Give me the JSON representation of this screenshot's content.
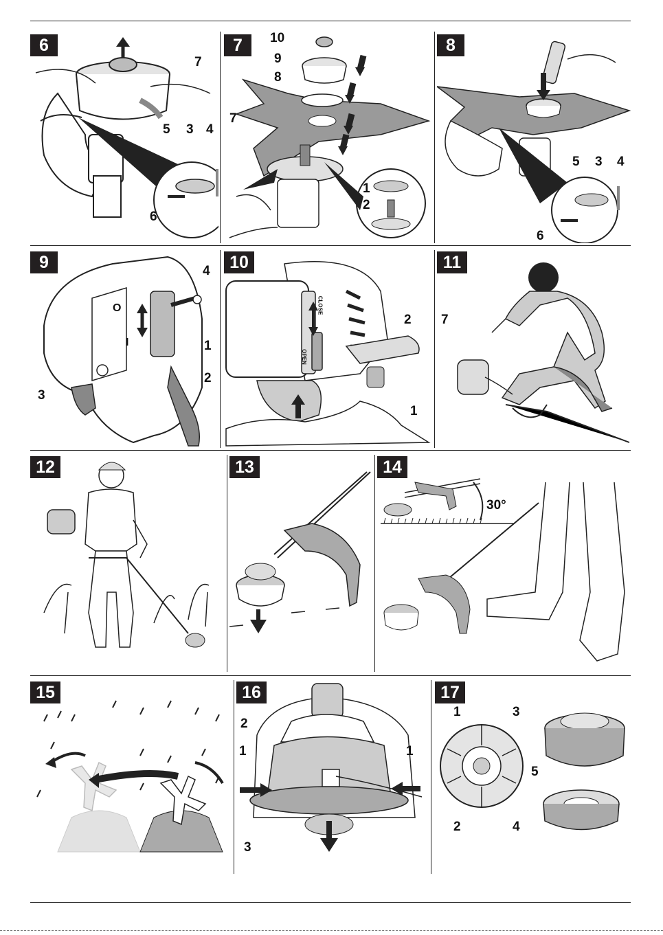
{
  "panels": [
    {
      "id": "6",
      "callouts": [
        "7",
        "5",
        "3",
        "4",
        "6"
      ]
    },
    {
      "id": "7",
      "callouts": [
        "10",
        "9",
        "8",
        "7",
        "1",
        "2"
      ]
    },
    {
      "id": "8",
      "callouts": [
        "5",
        "3",
        "4",
        "6"
      ]
    },
    {
      "id": "9",
      "callouts": [
        "4",
        "1",
        "2",
        "3"
      ],
      "switch_labels": [
        "O",
        "I"
      ]
    },
    {
      "id": "10",
      "callouts": [
        "2",
        "1"
      ],
      "choke_labels": [
        "CLOSE",
        "OPEN"
      ]
    },
    {
      "id": "11",
      "callouts": [
        "7"
      ]
    },
    {
      "id": "12",
      "callouts": []
    },
    {
      "id": "13",
      "callouts": []
    },
    {
      "id": "14",
      "callouts": [],
      "angle_label": "30°"
    },
    {
      "id": "15",
      "callouts": []
    },
    {
      "id": "16",
      "callouts": [
        "2",
        "1",
        "1",
        "3"
      ]
    },
    {
      "id": "17",
      "callouts": [
        "1",
        "3",
        "5",
        "2",
        "4"
      ]
    }
  ],
  "colors": {
    "ink": "#231f20",
    "grey": "#9a9a9a",
    "light": "#d8d8d8"
  }
}
